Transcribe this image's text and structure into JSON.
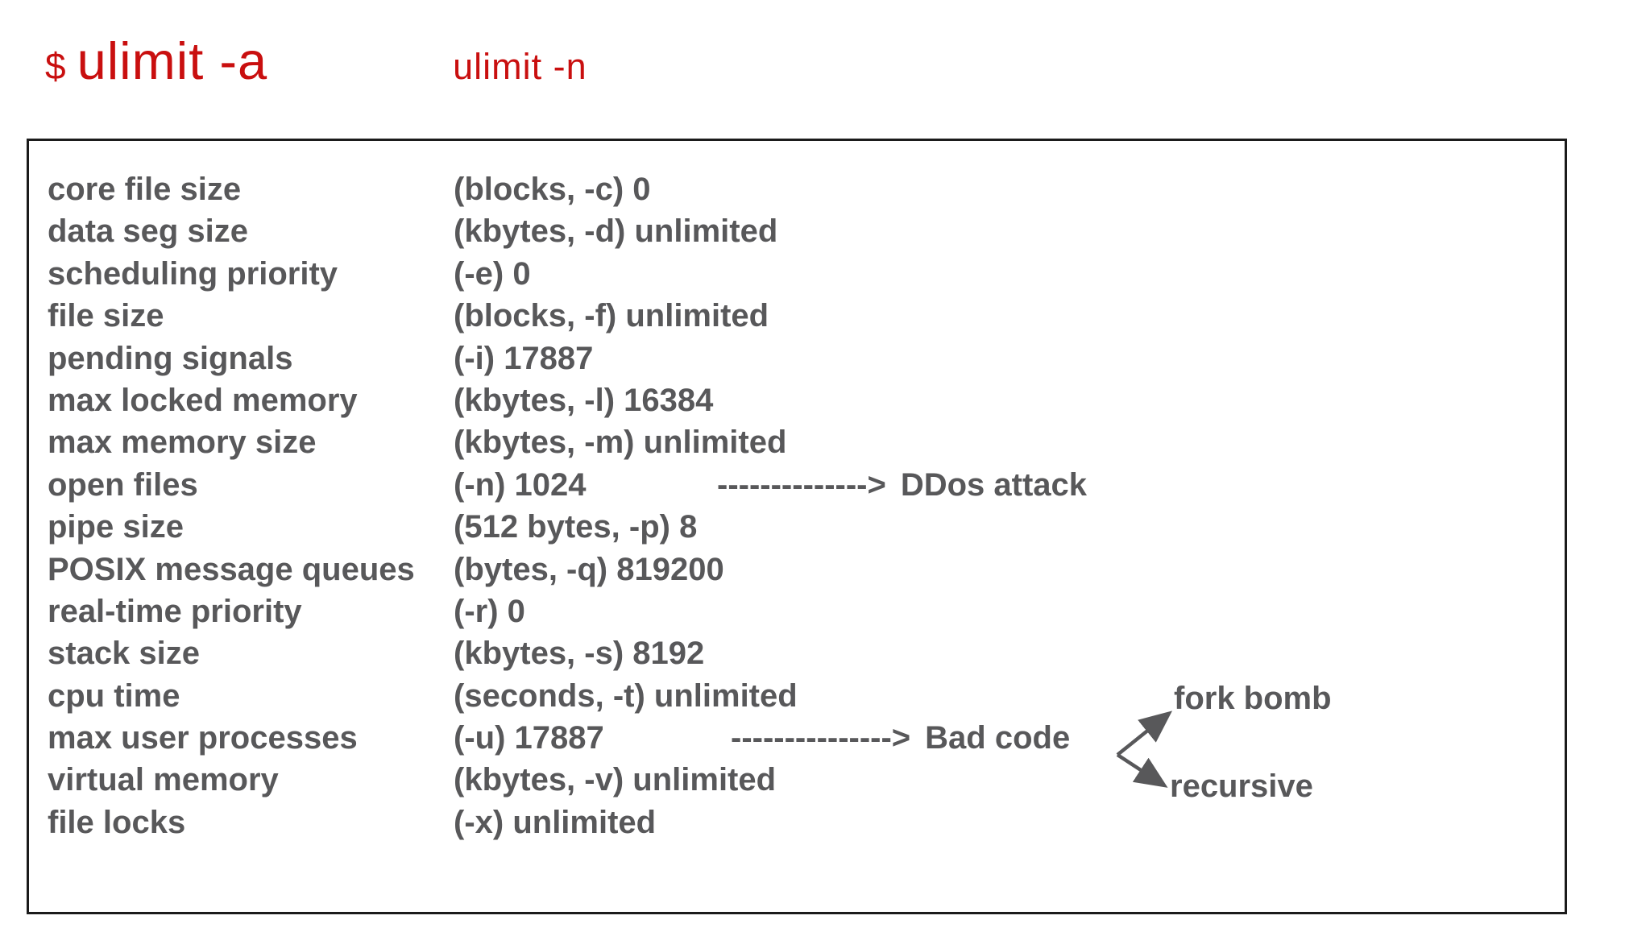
{
  "title": {
    "prompt_symbol": "$",
    "command_main": "ulimit -a",
    "command_secondary": "ulimit -n"
  },
  "output": {
    "rows": [
      {
        "label": "core file size",
        "value": "(blocks, -c) 0"
      },
      {
        "label": "data seg size",
        "value": "(kbytes, -d) unlimited"
      },
      {
        "label": "scheduling priority",
        "value": "(-e) 0"
      },
      {
        "label": "file size",
        "value": "(blocks, -f) unlimited"
      },
      {
        "label": "pending signals",
        "value": "(-i) 17887"
      },
      {
        "label": "max locked memory",
        "value": "(kbytes, -l) 16384"
      },
      {
        "label": "max memory size",
        "value": "(kbytes, -m) unlimited"
      },
      {
        "label": "open files",
        "value": "(-n) 1024"
      },
      {
        "label": "pipe size",
        "value": "(512 bytes, -p) 8"
      },
      {
        "label": "POSIX message queues",
        "value": "(bytes, -q) 819200"
      },
      {
        "label": "real-time priority",
        "value": "(-r) 0"
      },
      {
        "label": "stack size",
        "value": "(kbytes, -s) 8192"
      },
      {
        "label": "cpu time",
        "value": "(seconds, -t) unlimited"
      },
      {
        "label": "max user processes",
        "value": "(-u) 17887"
      },
      {
        "label": "virtual memory",
        "value": "(kbytes, -v) unlimited"
      },
      {
        "label": "file locks",
        "value": "(-x) unlimited"
      }
    ]
  },
  "annotations": {
    "inline": [
      {
        "row": 7,
        "arrow": "-------------->",
        "label": "DDos attack"
      },
      {
        "row": 13,
        "arrow": "--------------->",
        "label": "Bad code"
      }
    ],
    "fork_top": "fork bomb",
    "fork_bottom": "recursive"
  },
  "colors": {
    "command_red": "#c90f0f",
    "text_gray": "#58585a",
    "border_black": "#1b1b1b"
  }
}
